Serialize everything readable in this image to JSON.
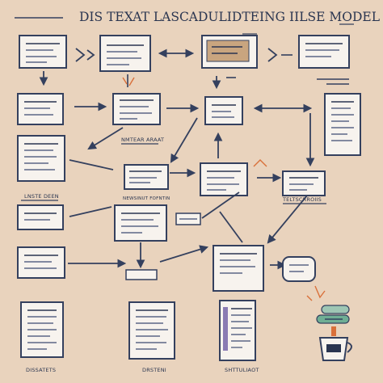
{
  "title": "DIS TEXAT LASCADULIDTEING IILSE MODEL",
  "labels": {
    "mid_caption": "NMTEAR ARAAT",
    "left_caption": "LNSTE DEEN",
    "mid_small": "NEWSINUT FOFNTIN",
    "right_caption": "TELTSCRROIIS",
    "bottom_1": "DISSATETS",
    "bottom_2": "DRSTENI",
    "bottom_3": "SHTTULIAOT"
  },
  "colors": {
    "background": "#e9d3bd",
    "ink": "#34405e",
    "paper": "#f7f3ee",
    "accent_orange": "#d9703a",
    "accent_green": "#3f8a6a",
    "accent_tan": "#c9a57f"
  },
  "icons": [
    "document-icon",
    "cloud-stack-icon",
    "cup-icon",
    "arrow-icon"
  ]
}
